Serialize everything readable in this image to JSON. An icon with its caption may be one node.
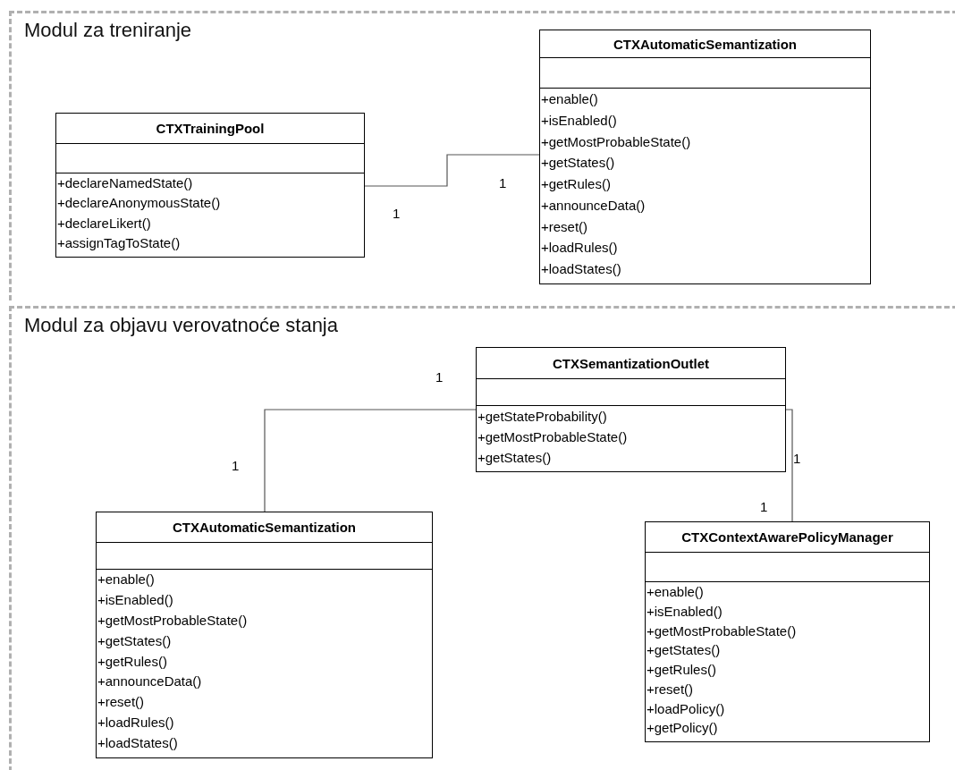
{
  "diagram": {
    "nodes": [
      {
        "text": [
          "Modul za treniranje"
        ]
      },
      {
        "text": [
          "CTXTrainingPool",
          "+declareNamedState()",
          "+declareAnonymousState()",
          "+declareLikert()",
          "+assignTagToState()"
        ],
        "in": 0
      },
      {
        "text": [
          "CTXAutomaticSemantization",
          "+enable()",
          "+isEnabled()",
          "+getMostProbableState()",
          "+getStates()",
          "+getRules()",
          "+announceData()",
          "+reset()",
          "+loadRules()",
          "+loadStates()"
        ],
        "in": 0
      },
      {
        "text": [
          "Modul za objavu verovatnoće stanja"
        ]
      },
      {
        "text": [
          "CTXSemantizationOutlet",
          "+getStateProbability()",
          "+getMostProbableState()",
          "+getStates()"
        ],
        "in": 3
      },
      {
        "text": [
          "CTXAutomaticSemantization",
          "+enable()",
          "+isEnabled()",
          "+getMostProbableState()",
          "+getStates()",
          "+getRules()",
          "+announceData()",
          "+reset()",
          "+loadRules()",
          "+loadStates()"
        ],
        "in": 3
      },
      {
        "text": [
          "CTXContextAwarePolicyManager",
          "+enable()",
          "+isEnabled()",
          "+getMostProbableState()",
          "+getStates()",
          "+getRules()",
          "+reset()",
          "+loadPolicy()",
          "+getPolicy()"
        ],
        "in": 3
      }
    ],
    "edges": [
      {
        "from": 1,
        "to": 2,
        "arrow": "none"
      },
      {
        "from": 4,
        "to": 5,
        "arrow": "none"
      },
      {
        "from": 4,
        "to": 6,
        "arrow": "none"
      }
    ],
    "labels": [
      "1",
      "1",
      "1",
      "1",
      "1",
      "1"
    ]
  }
}
